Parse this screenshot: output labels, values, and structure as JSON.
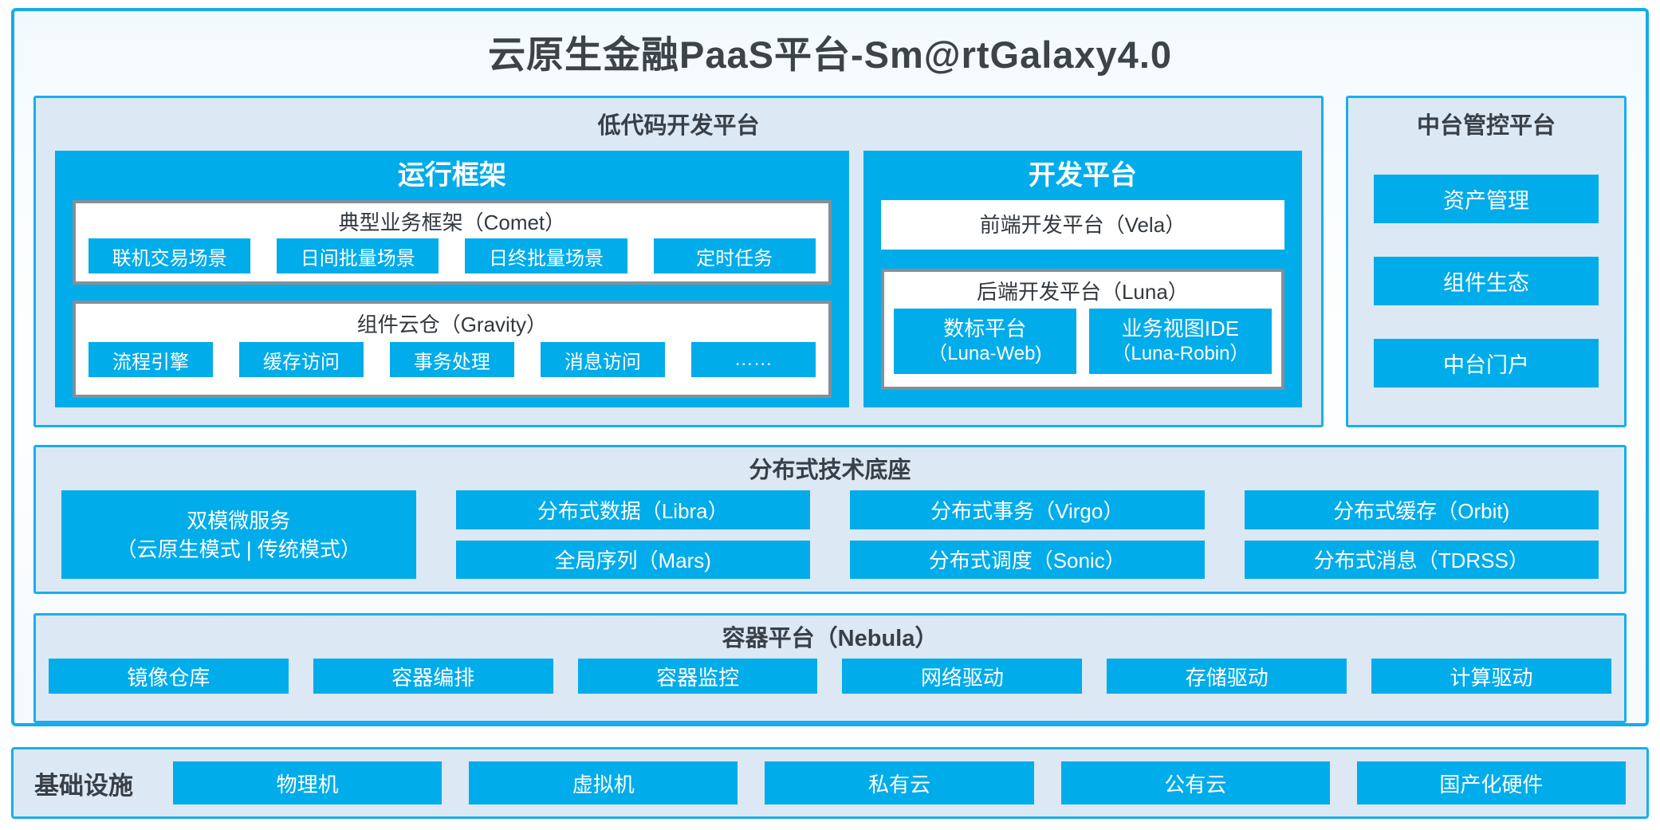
{
  "title": "云原生金融PaaS平台-Sm@rtGalaxy4.0",
  "colors": {
    "accent_blue": "#00ace9",
    "border_cyan": "#18afec",
    "panel_bg": "#dce8f4",
    "gray_box_border": "#878e96",
    "dark_text": "#3c4349"
  },
  "lowcode": {
    "title": "低代码开发平台",
    "runtime": {
      "title": "运行框架",
      "comet": {
        "title": "典型业务框架（Comet）",
        "items": [
          "联机交易场景",
          "日间批量场景",
          "日终批量场景",
          "定时任务"
        ]
      },
      "gravity": {
        "title": "组件云仓（Gravity）",
        "items": [
          "流程引擎",
          "缓存访问",
          "事务处理",
          "消息访问",
          "……"
        ]
      }
    },
    "dev": {
      "title": "开发平台",
      "vela_title": "前端开发平台（Vela）",
      "luna": {
        "title": "后端开发平台（Luna）",
        "items": [
          {
            "line1": "数标平台",
            "line2": "（Luna-Web)"
          },
          {
            "line1": "业务视图IDE",
            "line2": "（Luna-Robin）"
          }
        ]
      }
    }
  },
  "midplatform": {
    "title": "中台管控平台",
    "items": [
      "资产管理",
      "组件生态",
      "中台门户"
    ]
  },
  "distributed": {
    "title": "分布式技术底座",
    "dual": {
      "line1": "双模微服务",
      "line2": "（云原生模式 | 传统模式）"
    },
    "row1": [
      "分布式数据（Libra）",
      "分布式事务（Virgo）",
      "分布式缓存（Orbit)"
    ],
    "row2": [
      "全局序列（Mars)",
      "分布式调度（Sonic）",
      "分布式消息（TDRSS）"
    ]
  },
  "container": {
    "title": "容器平台（Nebula）",
    "items": [
      "镜像仓库",
      "容器编排",
      "容器监控",
      "网络驱动",
      "存储驱动",
      "计算驱动"
    ]
  },
  "infrastructure": {
    "label": "基础设施",
    "items": [
      "物理机",
      "虚拟机",
      "私有云",
      "公有云",
      "国产化硬件"
    ]
  }
}
